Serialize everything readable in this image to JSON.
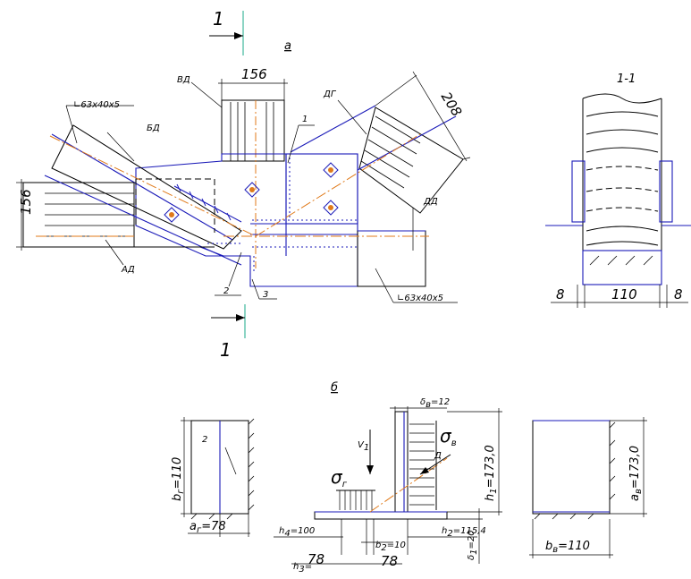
{
  "section_mark": "1",
  "top_view": {
    "label": "а",
    "members": {
      "vd": "ВД",
      "dg": "ДГ",
      "bd": "БД",
      "ad": "АД",
      "dd": "ДД"
    },
    "angle_top": "∟63х40х5",
    "angle_bottom": "∟63х40х5",
    "dim_156_top": "156",
    "dim_208": "208",
    "dim_156_left": "156",
    "callouts": [
      "1",
      "2",
      "3"
    ]
  },
  "section_view": {
    "label": "1-1",
    "dim_left": "8",
    "dim_mid": "110",
    "dim_right": "8"
  },
  "bottom_view": {
    "label": "б",
    "plate_label": "2",
    "b_g": "b",
    "b_g_sub": "г",
    "b_g_val": "=110",
    "a_g": "a",
    "a_g_sub": "г",
    "a_g_val": "=78",
    "sigma_g": "σ",
    "sigma_g_sub": "г",
    "sigma_v": "σ",
    "sigma_v_sub": "в",
    "V": "V",
    "V_sub": "1",
    "D": "Д",
    "delta_v": "δ",
    "delta_v_sub": "в",
    "delta_v_val": "=12",
    "h1": "h",
    "h1_sub": "1",
    "h1_val": "=173,0",
    "h4": "h",
    "h4_sub": "4",
    "h4_val": "=100",
    "h2": "h",
    "h2_sub": "2",
    "h2_val": "=115,4",
    "h3": "h",
    "h3_sub": "3",
    "h3_val": "=",
    "b2": "b",
    "b2_sub": "2",
    "b2_val": "=10",
    "delta1": "δ",
    "delta1_sub": "1",
    "delta1_val": "=20",
    "dim_78_a": "78",
    "dim_78_b": "78",
    "a_v": "a",
    "a_v_sub": "в",
    "a_v_val": "=173,0",
    "b_v": "b",
    "b_v_sub": "в",
    "b_v_val": "=110"
  },
  "colors": {
    "outline_blue": "#1a1ab8",
    "axis_orange": "#e07a1a",
    "ink": "#000000"
  }
}
